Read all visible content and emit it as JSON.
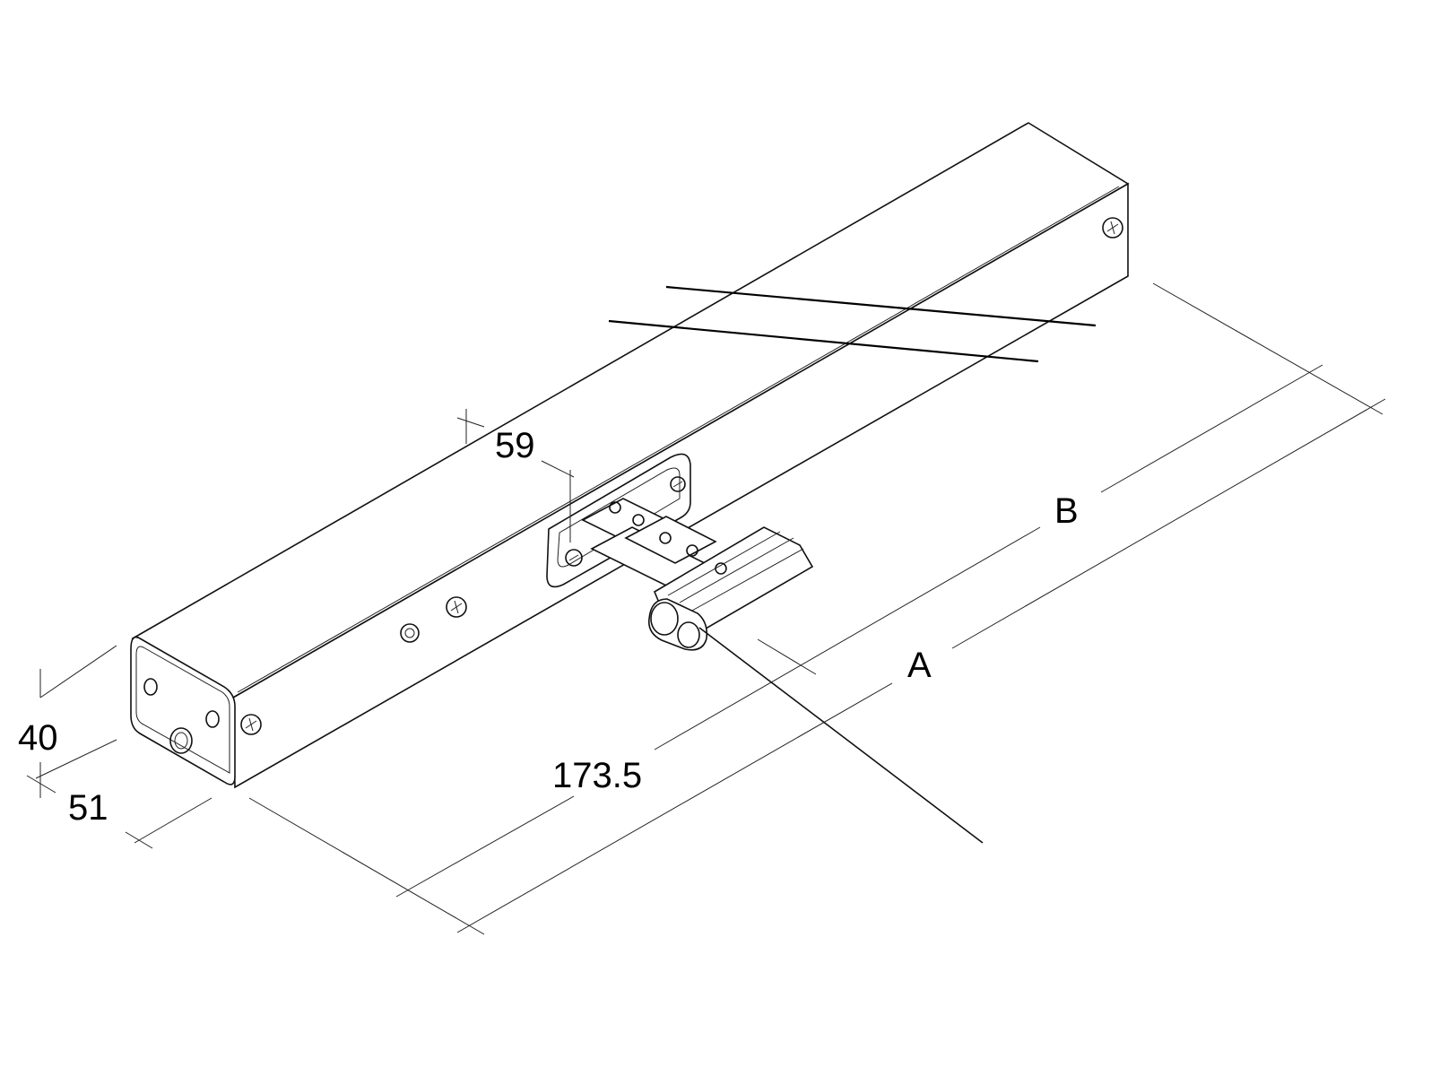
{
  "dimensions": {
    "height": "40",
    "width": "51",
    "bracket": "59",
    "offset": "173.5",
    "dim_a": "A",
    "dim_b": "B"
  }
}
